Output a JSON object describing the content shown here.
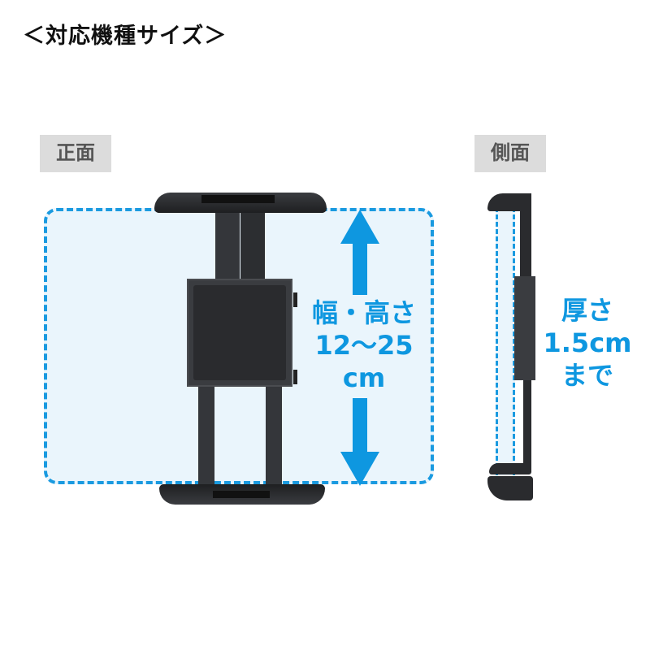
{
  "title": "＜対応機種サイズ＞",
  "views": {
    "front_label": "正面",
    "side_label": "側面"
  },
  "front_dimension": {
    "line1": "幅・高さ",
    "line2": "12〜25",
    "line3": "cm"
  },
  "side_dimension": {
    "line1": "厚さ",
    "line2": "1.5cm",
    "line3": "まで"
  },
  "colors": {
    "accent": "#0e97e0",
    "highlight_bg": "#eaf5fc",
    "tag_bg": "#dcdcdc",
    "device": "#2f3134"
  }
}
